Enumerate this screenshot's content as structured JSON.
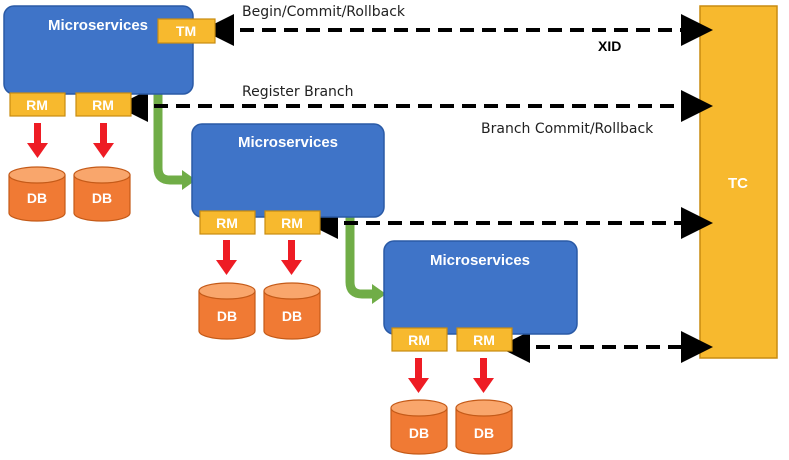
{
  "colors": {
    "service_fill": "#3f74c8",
    "service_stroke": "#2a5aa6",
    "tag_fill": "#f7b92e",
    "tag_stroke": "#c98c10",
    "db_body": "#f07a34",
    "db_top": "#f9a66c",
    "db_stroke": "#c45a18",
    "red_arrow": "#ee1c24",
    "green_arrow": "#70ad47",
    "tc_fill": "#f7b92e",
    "tc_stroke": "#c98c10",
    "dashed_arrow": "#000000"
  },
  "services": [
    {
      "label": "Microservices",
      "tm_label": "TM",
      "rm_labels": [
        "RM",
        "RM"
      ],
      "db_labels": [
        "DB",
        "DB"
      ]
    },
    {
      "label": "Microservices",
      "rm_labels": [
        "RM",
        "RM"
      ],
      "db_labels": [
        "DB",
        "DB"
      ]
    },
    {
      "label": "Microservices",
      "rm_labels": [
        "RM",
        "RM"
      ],
      "db_labels": [
        "DB",
        "DB"
      ]
    }
  ],
  "tc": {
    "label": "TC"
  },
  "arrows": {
    "begin_commit": "Begin/Commit/Rollback",
    "xid": "XID",
    "register_branch": "Register Branch",
    "branch_commit": "Branch Commit/Rollback"
  }
}
